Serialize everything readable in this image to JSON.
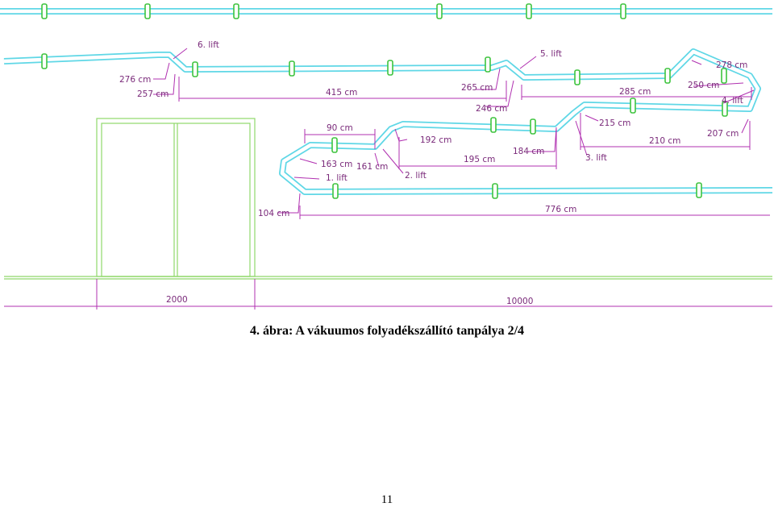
{
  "figure": {
    "caption": "4. ábra: A vákuumos folyadékszállító tanpálya 2/4",
    "page_number": "11"
  },
  "labels": {
    "lift6": "6. lift",
    "lift5": "5. lift",
    "lift4": "4. lift",
    "lift3": "3. lift",
    "lift2": "2. lift",
    "lift1": "1. lift",
    "d276": "276 cm",
    "d257": "257 cm",
    "d415": "415 cm",
    "d265": "265 cm",
    "d246": "246 cm",
    "d285": "285 cm",
    "d278": "278 cm",
    "d250": "250 cm",
    "d215": "215 cm",
    "d210": "210 cm",
    "d207": "207 cm",
    "d90": "90 cm",
    "d192": "192 cm",
    "d195": "195 cm",
    "d184": "184 cm",
    "d163": "163 cm",
    "d161": "161 cm",
    "d104": "104 cm",
    "d776": "776 cm",
    "d2000": "2000",
    "d10000": "10000"
  },
  "colors": {
    "pipe": "#5fd7e6",
    "dimension": "#b030b0",
    "structure": "#8fd86a",
    "coupling": "#3ec43e"
  }
}
